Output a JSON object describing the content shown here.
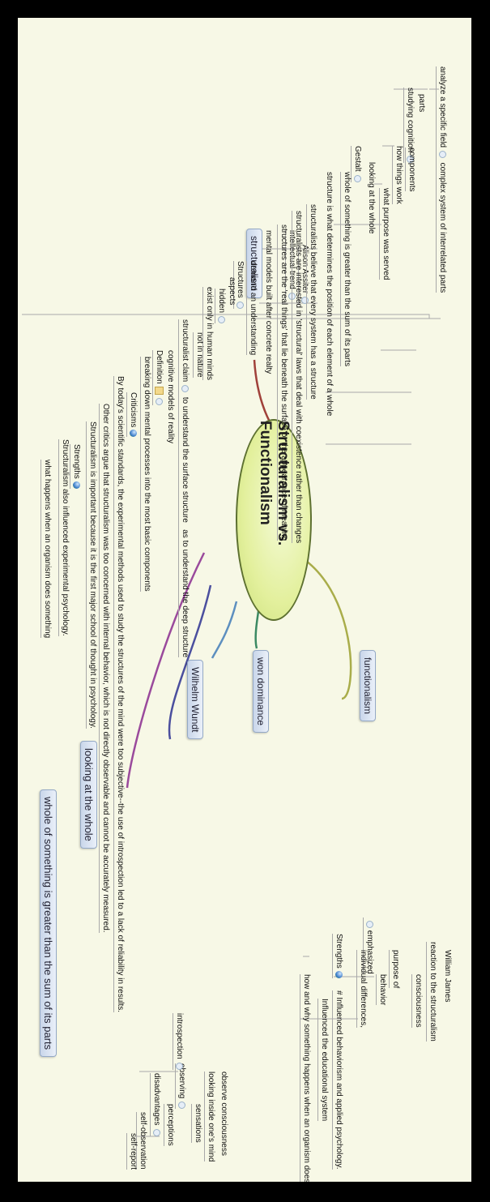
{
  "center": "Structuralism vs. Functionalism",
  "colors": {
    "background": "#f7f8e6",
    "frame": "#000000",
    "center_fill": "#e3f09d",
    "branch_structuralism": "#a0413a",
    "branch_functionalism": "#a9ad4a",
    "branch_won": "#3c8a63",
    "branch_wundt": "#5d8fbf",
    "branch_looking": "#4b4f9e",
    "branch_whole": "#9a4a9c"
  },
  "topics": {
    "structuralism": "structuralism",
    "functionalism": "functionalism",
    "won_dominance": "won dominance",
    "wilhelm_wundt": "Wilhelm Wundt",
    "looking_at_the_whole": "looking at the whole",
    "whole_greater": "whole of something is greater than the sum of its parts"
  },
  "structuralism": {
    "analyze": "analyze a specific field",
    "complex": "complex system of interrelated parts",
    "parts": "parts",
    "studying_cognition": "studying cognition",
    "components": "components",
    "how_things_work": "how things work",
    "what_purpose": "what purpose was served",
    "gestalt": "Gestalt",
    "looking_whole": "looking at the whole",
    "whole_sum": "whole of something is greater than the sum of its parts",
    "alison": "Alison Assiter",
    "intellectual_trend": "intellectual trend",
    "position": "structure is what determines the position of each element of a whole",
    "believe": "structuralists believe that every system has a structure",
    "interested": "structuralists are interested in 'structural' laws that deal with coexistence rather than changes",
    "real_things": "structures are the 'real things' that lie beneath the surface or the appearance of meaning",
    "structures": "Structures",
    "mental_models": "mental models built after concrete realty",
    "demand": "demand an understanding",
    "aspects": "aspects",
    "hidden": "hidden",
    "exist_minds": "exist only in human minds",
    "not_nature": "not in nature",
    "claim": "structuralist claim",
    "surface": "to understand the surface structure",
    "deep": "as to understand the deep structure",
    "definition": "Definition",
    "cognitive_models": "cognitive models of reality",
    "breaking_down": "breaking down mental processes into the most basic components",
    "criticisms": "Criticisms",
    "criticism1": "By today's scientific standards, the experimental methods used to study the structures of the mind were too subjective--the use of introspection led to a lack of reliability in results.",
    "criticism2": "Other critics argue that structuralism was too concerned with internal behavior, which is not directly observable and cannot be accurately measured.",
    "strengths": "Strengths",
    "strength1": "Structuralism is important because it is the first major school of thought in psychology.",
    "strength2": "Structuralism also influenced experimental psychology.",
    "what_happens": "what happens when an organism does something"
  },
  "functionalism": {
    "william_james": "William James",
    "reaction": "reaction to the structuralism",
    "consciousness": "consciousness",
    "purpose_of": "purpose of",
    "behavior": "behavior",
    "individual": "individual differences,",
    "emphasized": "emphasized",
    "strengths": "Strengths",
    "influenced_behaviorism": "# Influenced behaviorism and applied psychology.",
    "influenced_education": "Influenced the educational system",
    "how_why": "how and why something happens when an organism does something"
  },
  "wundt": {
    "observe": "observe consciousness",
    "looking_inside": "looking inside one's mind",
    "sensations": "sensations",
    "observing": "observing",
    "introspection": "introspection",
    "perceptions": "perceptions",
    "disadvantages": "disadvantages",
    "self_observation": "self-observation",
    "self_report": "self-report"
  }
}
